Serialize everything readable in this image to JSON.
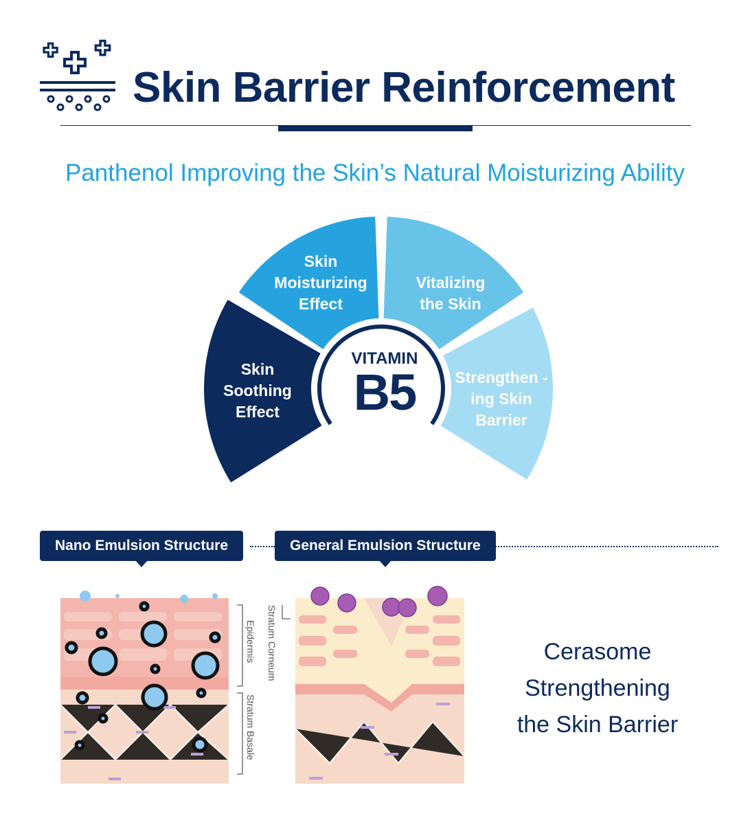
{
  "header": {
    "title": "Skin Barrier Reinforcement",
    "icon": "skin-barrier-cross-icon"
  },
  "subtitle": "Panthenol Improving the Skin’s Natural Moisturizing Ability",
  "center": {
    "line1": "VITAMIN",
    "line2": "B5"
  },
  "segments": [
    {
      "label": "Skin Soothing Effect",
      "color": "#0d2a5c"
    },
    {
      "label": "Skin Moisturizing Effect",
      "color": "#26a3df"
    },
    {
      "label": "Vitalizing the Skin",
      "color": "#68c3e8"
    },
    {
      "label": "Strengthen -ing Skin Barrier",
      "color": "#a4dcf3"
    }
  ],
  "structures": {
    "nano": "Nano Emulsion Structure",
    "general": "General Emulsion Structure"
  },
  "layers": {
    "corneum": "Stratum Corneum",
    "epidermis": "Epidermis",
    "basale": "Stratum Basale"
  },
  "cerasome": {
    "line1": "Cerasome",
    "line2": "Strengthening",
    "line3": "the Skin Barrier"
  }
}
